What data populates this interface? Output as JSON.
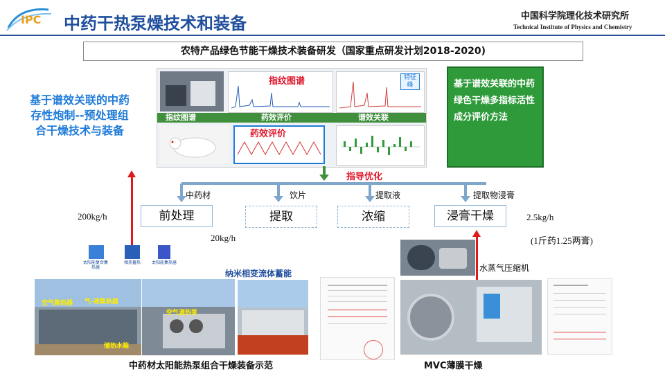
{
  "header": {
    "logo_text": "IPC",
    "title": "中药干热泵燥技术和装备",
    "institute_cn": "中国科学院理化技术研究所",
    "institute_en": "Technical Institute of Physics and Chemistry"
  },
  "subtitle": "农特产品绿色节能干燥技术装备研发（国家重点研发计划2018-2020)",
  "left_text": "基于谱效关联的中药存性炮制--预处理组合干燥技术与装备",
  "composite": {
    "label_fingerprint": "指纹图谱",
    "label_efficacy": "药效评价",
    "label_peak": "特征峰",
    "band": [
      "指纹图谱",
      "药效评价",
      "谱效关联"
    ]
  },
  "green_box": "基于谱效关联的中药绿色干燥多指标活性成分评价方法",
  "guide_label": "指导优化",
  "flow": {
    "inputs": [
      "中药材",
      "饮片",
      "提取液",
      "提取物浸膏"
    ],
    "processes": [
      "前处理",
      "提取",
      "浓缩",
      "浸膏干燥"
    ],
    "capacity_left": "200kg/h",
    "capacity_mid": "20kg/h",
    "capacity_right": "2.5kg/h",
    "ratio_note": "(1斤药1.25两膏)"
  },
  "bottom": {
    "small_icons": [
      "太阳能复合集热器",
      "相热蓄热",
      "太阳能集热器"
    ],
    "tags": [
      "空气集热器",
      "气-液集热器",
      "储热水箱",
      "空气源热泵"
    ],
    "nano_label": "纳米相变流体蓄能",
    "compressor_label": "水蒸气压缩机",
    "caption_left": "中药材太阳能热泵组合干燥装备示范",
    "caption_right": "MVC薄膜干燥"
  },
  "colors": {
    "brand_blue": "#1f4e9c",
    "accent_blue": "#1f7bd8",
    "green": "#2e9a3a",
    "red": "#e0182d",
    "flow_blue": "#7fa7cc"
  }
}
